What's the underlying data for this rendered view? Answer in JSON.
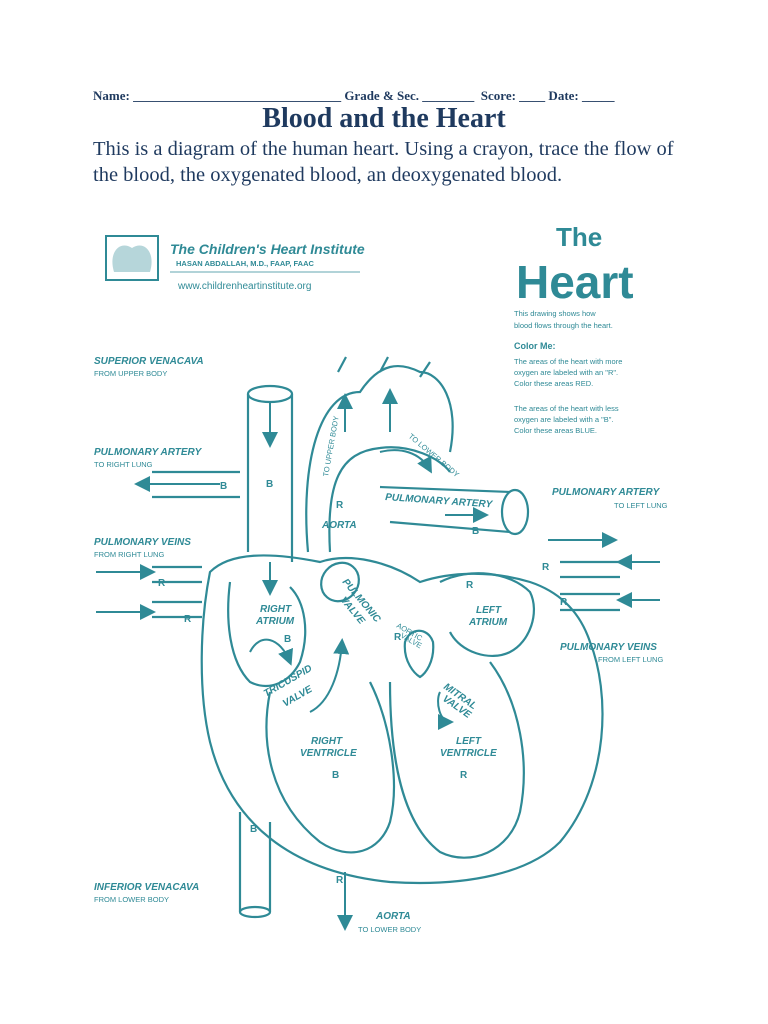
{
  "header": {
    "fields_line": "Name: ________________________________ Grade & Sec. ________  Score: ____ Date: _____"
  },
  "title": "Blood and the Heart",
  "intro": "This is a diagram of the human heart. Using a crayon, trace the flow of the blood, the oxygenated blood, an deoxygenated blood.",
  "diagram": {
    "institute": {
      "name": "The Children's Heart Institute",
      "doctor": "HASAN ABDALLAH, M.D., FAAP, FAAC",
      "url": "www.childrenheartinstitute.org"
    },
    "heading_line1": "The",
    "heading_line2": "Heart",
    "description_line1": "This drawing shows how",
    "description_line2": "blood flows through the heart.",
    "color_title": "Color Me:",
    "color_line1": "The areas of the heart with more",
    "color_line2": "oxygen are labeled with an \"R\".",
    "color_line3": "Color these areas RED.",
    "color_line4": "The areas of the heart with less",
    "color_line5": "oxygen are labeled with a \"B\".",
    "color_line6": "Color these areas BLUE.",
    "labels": {
      "superior_vena_cava": "SUPERIOR VENACAVA",
      "svc_sub": "FROM UPPER BODY",
      "pulm_artery_right": "PULMONARY ARTERY",
      "pulm_artery_right_sub": "TO RIGHT LUNG",
      "pulm_veins_right": "PULMONARY VEINS",
      "pulm_veins_right_sub": "FROM RIGHT LUNG",
      "pulm_artery_left": "PULMONARY ARTERY",
      "pulm_artery_left_sub": "TO LEFT LUNG",
      "pulm_veins_left": "PULMONARY VEINS",
      "pulm_veins_left_sub": "FROM LEFT LUNG",
      "to_upper_body": "TO UPPER BODY",
      "to_lower_body": "TO LOWER BODY",
      "pulmonary_artery_center": "PULMONARY ARTERY",
      "aorta": "AORTA",
      "right_atrium_1": "RIGHT",
      "right_atrium_2": "ATRIUM",
      "left_atrium_1": "LEFT",
      "left_atrium_2": "ATRIUM",
      "pulmonic_valve_1": "PULMONIC",
      "pulmonic_valve_2": "VALVE",
      "aortic_valve_1": "AORTIC",
      "aortic_valve_2": "VALVE",
      "tricuspid_1": "TRICUSPID",
      "tricuspid_2": "VALVE",
      "mitral_1": "MITRAL",
      "mitral_2": "VALVE",
      "right_ventricle_1": "RIGHT",
      "right_ventricle_2": "VENTRICLE",
      "left_ventricle_1": "LEFT",
      "left_ventricle_2": "VENTRICLE",
      "inferior_vena_cava": "INFERIOR VENACAVA",
      "ivc_sub": "FROM LOWER BODY",
      "aorta_bottom": "AORTA",
      "aorta_bottom_sub": "TO LOWER BODY"
    },
    "letters": {
      "b": "B",
      "r": "R"
    },
    "colors": {
      "line": "#2f8a96",
      "text": "#1f3a5f"
    }
  }
}
